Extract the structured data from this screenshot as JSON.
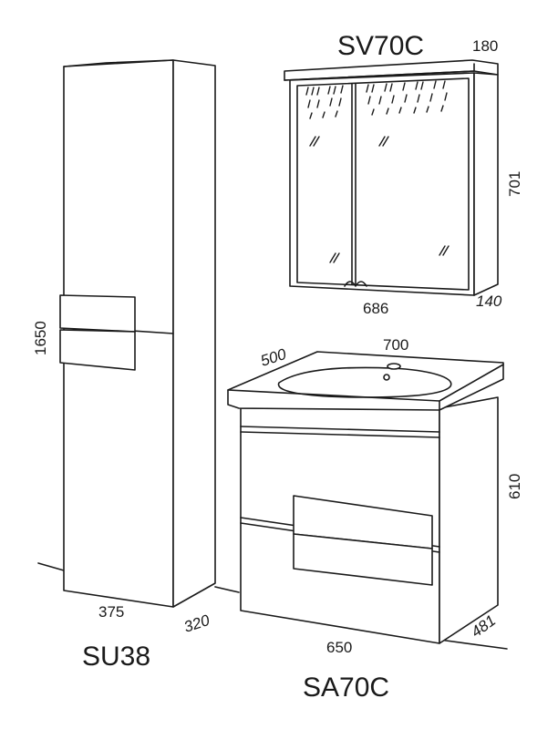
{
  "products": {
    "column": {
      "model": "SU38",
      "height": "1650",
      "width": "375",
      "depth": "320"
    },
    "mirror_cabinet": {
      "model": "SV70C",
      "top_depth": "180",
      "height": "701",
      "width": "686",
      "bottom_depth": "140"
    },
    "vanity": {
      "model": "SA70C",
      "sink_depth": "500",
      "sink_width": "700",
      "height": "610",
      "width": "650",
      "depth": "481"
    }
  },
  "colors": {
    "line": "#1a1a1a",
    "background": "#ffffff"
  }
}
